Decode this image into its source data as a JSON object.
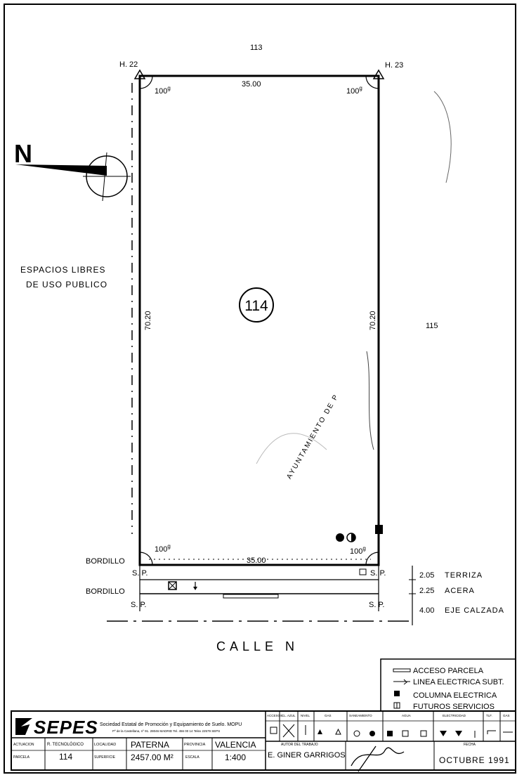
{
  "parcel": {
    "number": "114",
    "neighbor_north": "113",
    "neighbor_east": "115",
    "corner_left": "H. 22",
    "corner_right": "H. 23",
    "width_top": "35.00",
    "width_bottom": "35.00",
    "depth_left": "70.20",
    "depth_right": "70.20",
    "angle_label": "100",
    "angle_unit": "g",
    "north_label": "N"
  },
  "public_space": {
    "line1": "ESPACIOS  LIBRES",
    "line2": "DE  USO PUBLICO"
  },
  "street": {
    "name": "CALLE   N",
    "curb_top": "BORDILLO",
    "curb_bottom": "BORDILLO",
    "sp_label": "S. P.",
    "dims": [
      {
        "value": "2.05",
        "label": "TERRIZA"
      },
      {
        "value": "2.25",
        "label": "ACERA"
      },
      {
        "value": "4.00",
        "label": "EJE CALZADA"
      }
    ]
  },
  "legend": [
    {
      "icon": "access-symbol",
      "label": "ACCESO PARCELA"
    },
    {
      "icon": "underground-line-symbol",
      "label": "LINEA ELECTRICA SUBT."
    },
    {
      "icon": "electric-column-symbol",
      "label": "COLUMNA ELECTRICA"
    },
    {
      "icon": "future-services-symbol",
      "label": "FUTUROS SERVICIOS"
    }
  ],
  "title_block": {
    "logo": "SEPES",
    "org_line1": "Sociedad Estatal de Promoción y Equipamiento de Suelo. MOPU",
    "org_line2": "Pº de la Castellana, nº 91. 28046 MADRID Tel. 456 00 14  Telex 22579 SEPS",
    "actuacion_label": "ACTUACION",
    "ref_label": "R. TECNOLÓGICO",
    "localidad_label": "LOCALIDAD",
    "localidad": "PATERNA",
    "provincia_label": "PROVINCIA",
    "provincia": "VALENCIA",
    "autor_label": "AUTOR DEL TRABAJO",
    "autor": "E. GINER GARRIGOS",
    "parcela_label": "PARCELA",
    "parcela": "114",
    "superficie_label": "SUPERFICIE",
    "superficie": "2457.00 M²",
    "escala_label": "ESCALA",
    "escala": "1:400",
    "fecha_label": "FECHA",
    "fecha": "OCTUBRE  1991",
    "service_headers": [
      "ACCESOS",
      "CL. AZUL",
      "NIVEL",
      "GAS",
      "SANEAMIENTO",
      "AGUA",
      "ELECTRICIDAD",
      "TLF.",
      "GAS"
    ]
  },
  "stamp_text": "AYUNTAMIENTO DE P"
}
